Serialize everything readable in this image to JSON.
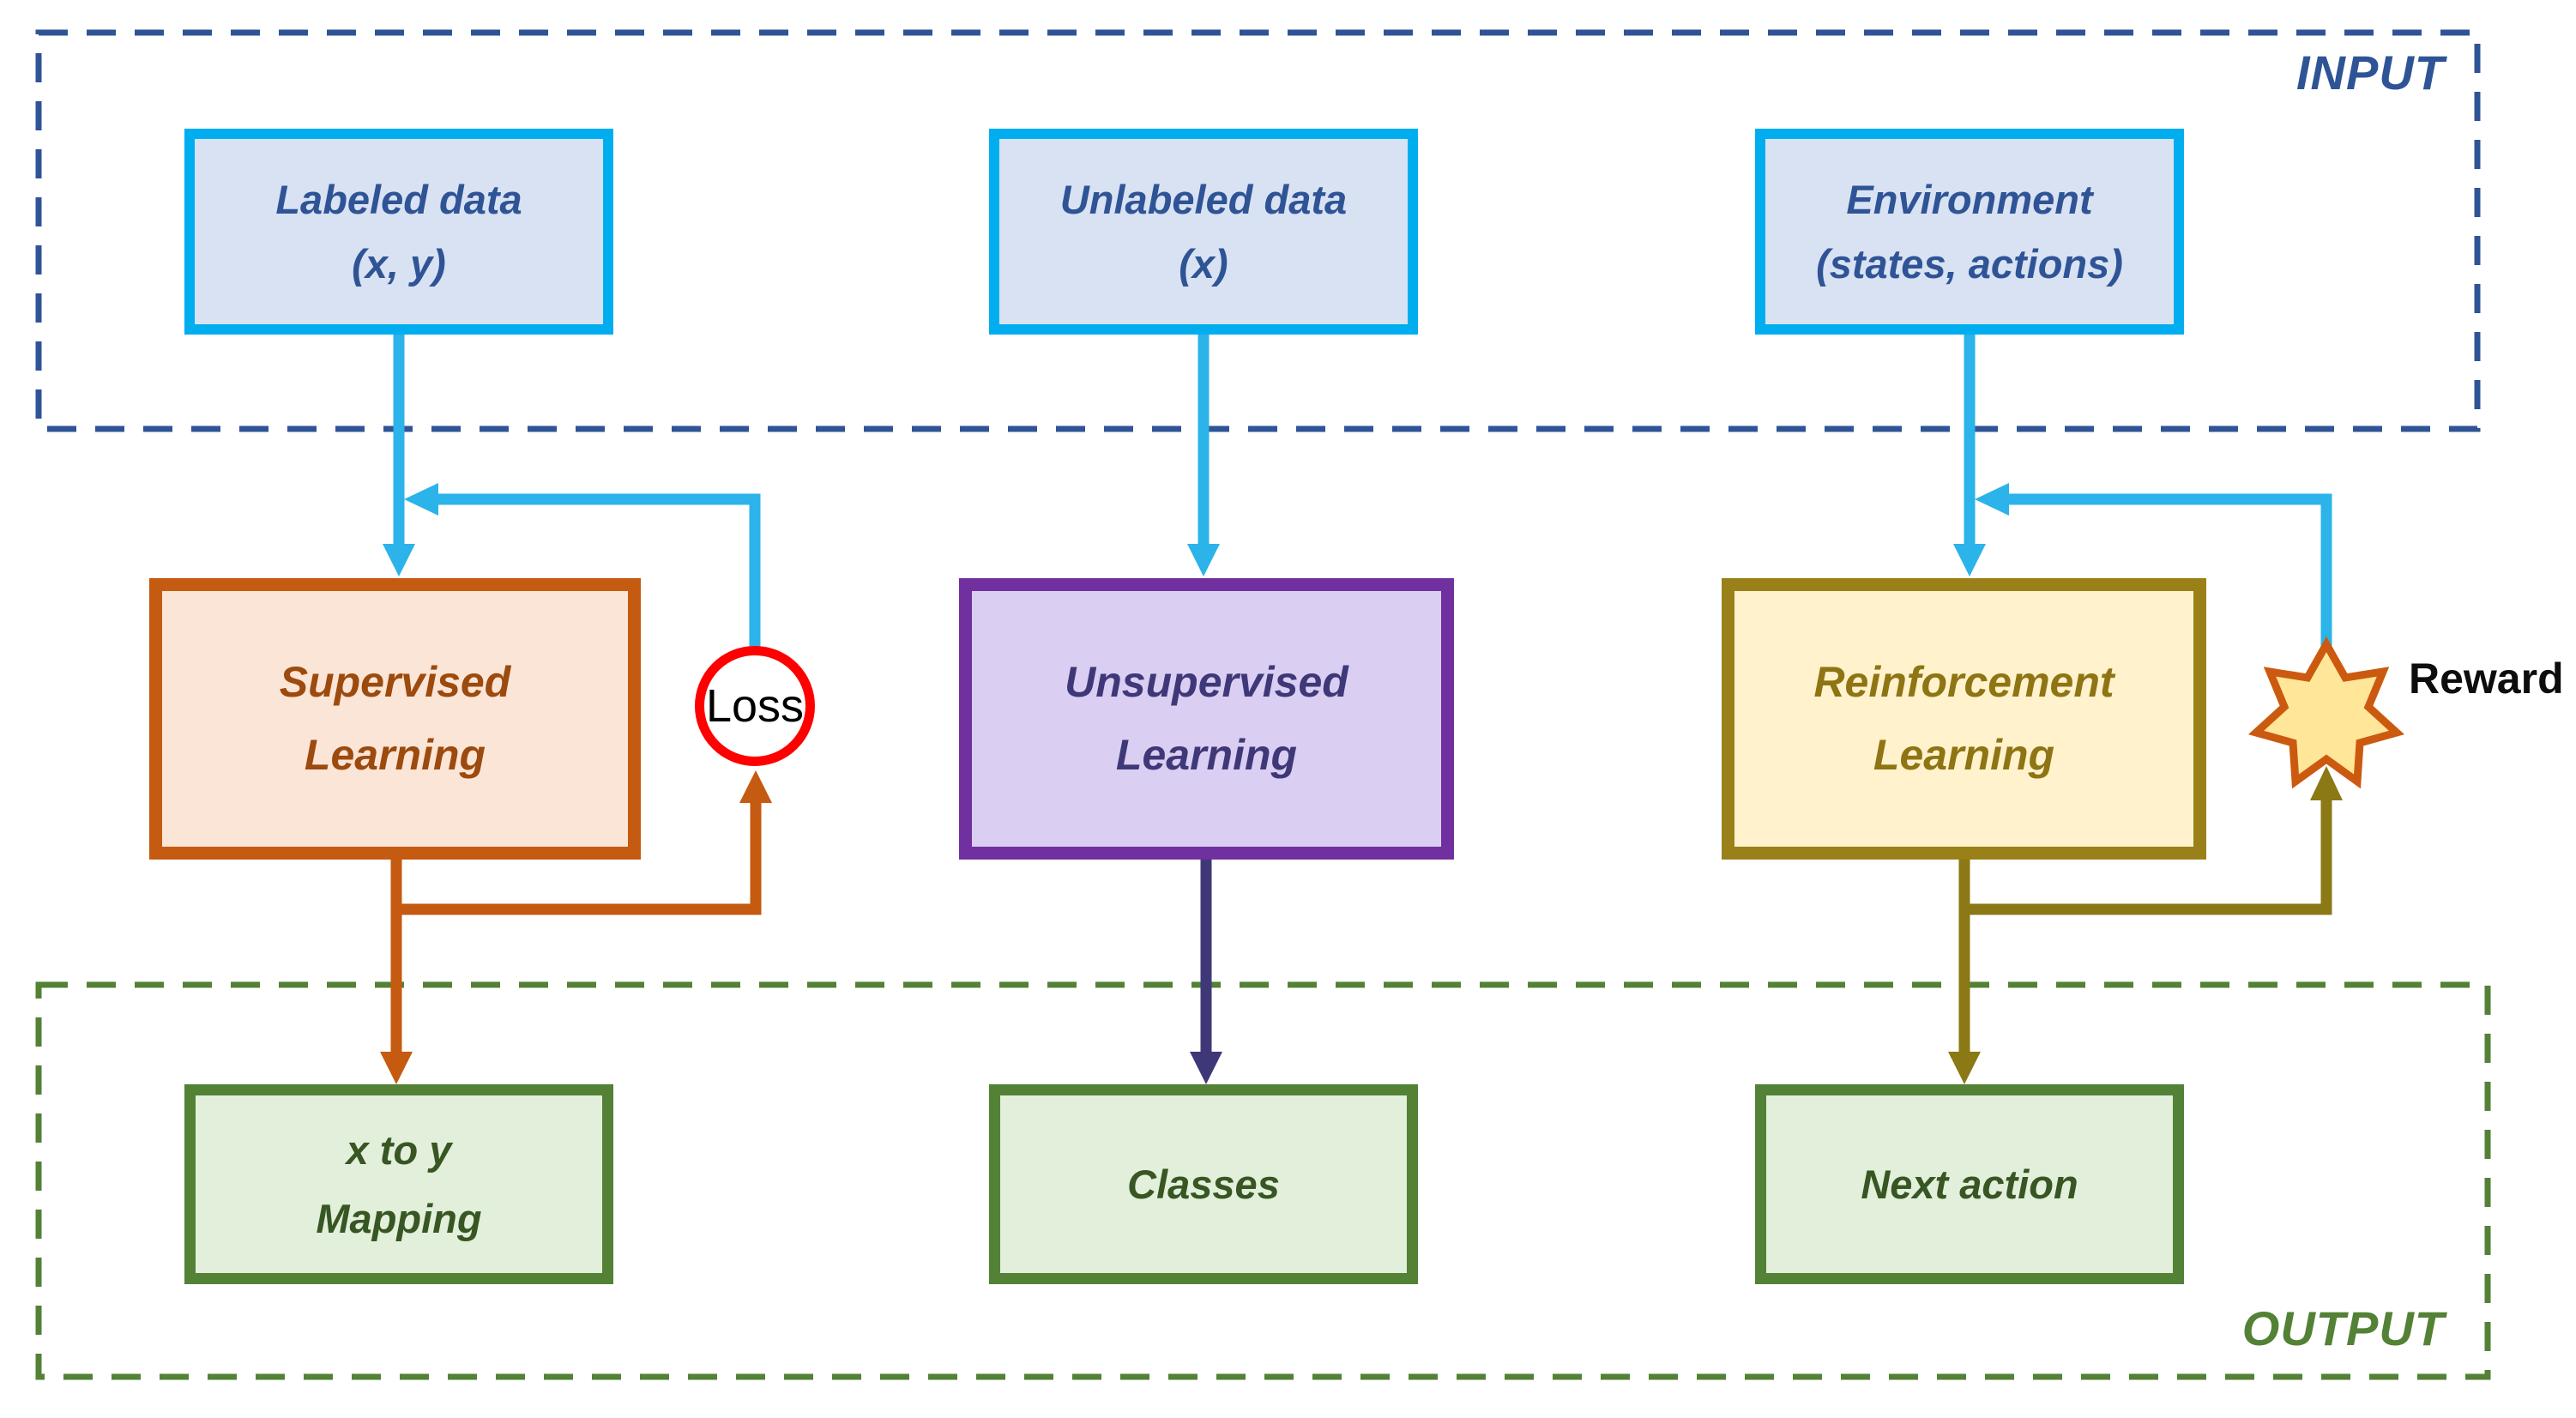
{
  "input_section": {
    "label": "INPUT",
    "boxes": [
      {
        "name": "labeled-data",
        "line1": "Labeled data",
        "line2": "(x, y)"
      },
      {
        "name": "unlabeled-data",
        "line1": "Unlabeled data",
        "line2": "(x)"
      },
      {
        "name": "environment",
        "line1": "Environment",
        "line2": "(states, actions)"
      }
    ]
  },
  "models": [
    {
      "name": "supervised-learning",
      "line1": "Supervised",
      "line2": "Learning"
    },
    {
      "name": "unsupervised-learning",
      "line1": "Unsupervised",
      "line2": "Learning"
    },
    {
      "name": "reinforcement-learning",
      "line1": "Reinforcement",
      "line2": "Learning"
    }
  ],
  "output_section": {
    "label": "OUTPUT",
    "boxes": [
      {
        "name": "x-to-y-mapping",
        "line1": "x to y",
        "line2": "Mapping"
      },
      {
        "name": "classes",
        "line1": "Classes"
      },
      {
        "name": "next-action",
        "line1": "Next action"
      }
    ]
  },
  "annotations": {
    "loss_label": "Loss",
    "reward_label": "Reward"
  },
  "colors": {
    "input_border": "#2F5496",
    "output_border": "#538135",
    "data_box_border": "#00AEEF",
    "data_box_fill": "#D9E2F3",
    "data_box_text": "#2F5496",
    "supervised_border": "#C55A11",
    "supervised_fill": "#FBE5D6",
    "unsupervised_border": "#7030A0",
    "unsupervised_fill": "#DACFF2",
    "reinforcement_border": "#9A8018",
    "reinforcement_fill": "#FFF2CC",
    "output_box_fill": "#E2EFDA",
    "arrow_cyan": "#2BB3EA",
    "arrow_orange": "#C55A11",
    "arrow_indigo": "#3F3878",
    "arrow_olive": "#8A7914",
    "loss_circle_border": "#FF0000",
    "reward_star_border": "#CB5A10",
    "reward_star_fill": "#FFE699"
  }
}
